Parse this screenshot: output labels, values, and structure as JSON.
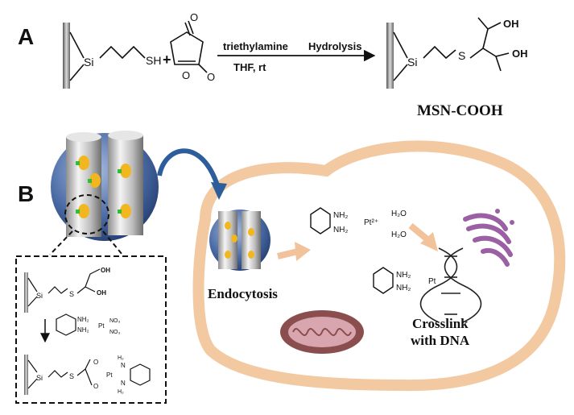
{
  "panel_a": {
    "label": "A",
    "si": "Si",
    "sh": "SH",
    "plus": "+",
    "reagent": "triethylamine",
    "conditions": "THF, rt",
    "step2": "Hydrolysis",
    "o_top": "O",
    "o_bottom": "O",
    "o_ring": "O",
    "s": "S",
    "oh1": "OH",
    "oh2": "OH",
    "product": "MSN-COOH"
  },
  "panel_b": {
    "label": "B",
    "inset": {
      "si1": "Si",
      "s1": "S",
      "oh1": "OH",
      "oh2": "OH",
      "nh2_a": "NH₂",
      "nh2_b": "NH₂",
      "pt": "Pt",
      "no3_a": "NO₃",
      "no3_b": "NO₃",
      "si2": "Si",
      "s2": "S",
      "o_a": "O",
      "o_b": "O",
      "pt2": "Pt",
      "h2n_a": "H₂",
      "n_a": "N",
      "n_b": "N",
      "h2n_b": "H₂"
    },
    "cell": {
      "endocytosis": "Endocytosis",
      "nh2_c": "NH₂",
      "nh2_d": "NH₂",
      "pt_charge": "Pt²⁺",
      "h2o_a": "H₂O",
      "h2o_b": "H₂O",
      "nh2_e": "NH₂",
      "nh2_f": "NH₂",
      "pt3": "Pt",
      "crosslink_1": "Crosslink",
      "crosslink_2": "with DNA"
    }
  },
  "colors": {
    "cell_membrane": "#f2c9a0",
    "sphere": "#3f5f9a",
    "cylinder": "#c9c9c9",
    "drug_dot": "#f2b61f",
    "green_tag": "#2bbf3a",
    "mitochondria": "#8a4e4e",
    "golgi": "#9b5fa3",
    "arrow_orange": "#f2c29a",
    "arrow_blue": "#2d5d9a"
  }
}
